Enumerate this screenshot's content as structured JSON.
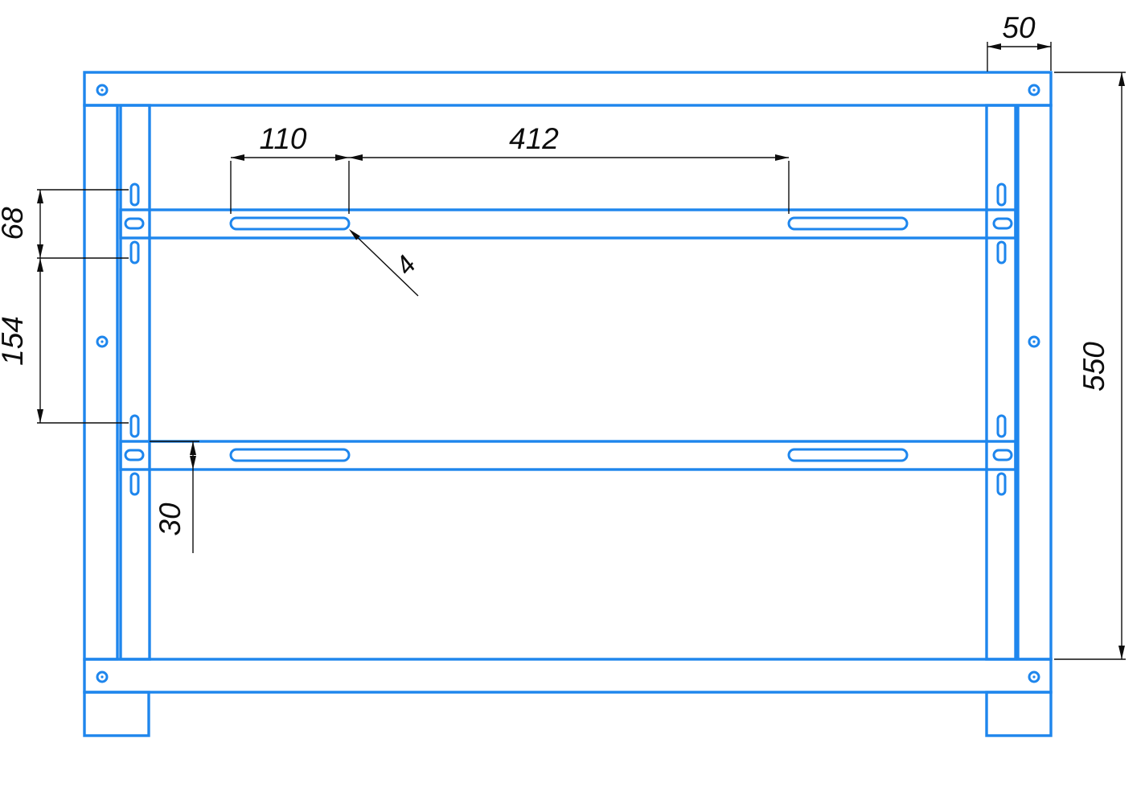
{
  "drawing": {
    "type": "technical-drawing",
    "subject": "metal frame front view with mounting slots",
    "colors": {
      "frame": "#1e86ed",
      "dimension": "#0d0d0d",
      "background": "#ffffff"
    },
    "dimensions": {
      "top_right_width": "50",
      "slot_length": "110",
      "slot_spacing": "412",
      "tab_gap": "68",
      "tab_spacing": "154",
      "rail_height": "30",
      "overall_height": "550",
      "slot_callout": "4"
    }
  }
}
